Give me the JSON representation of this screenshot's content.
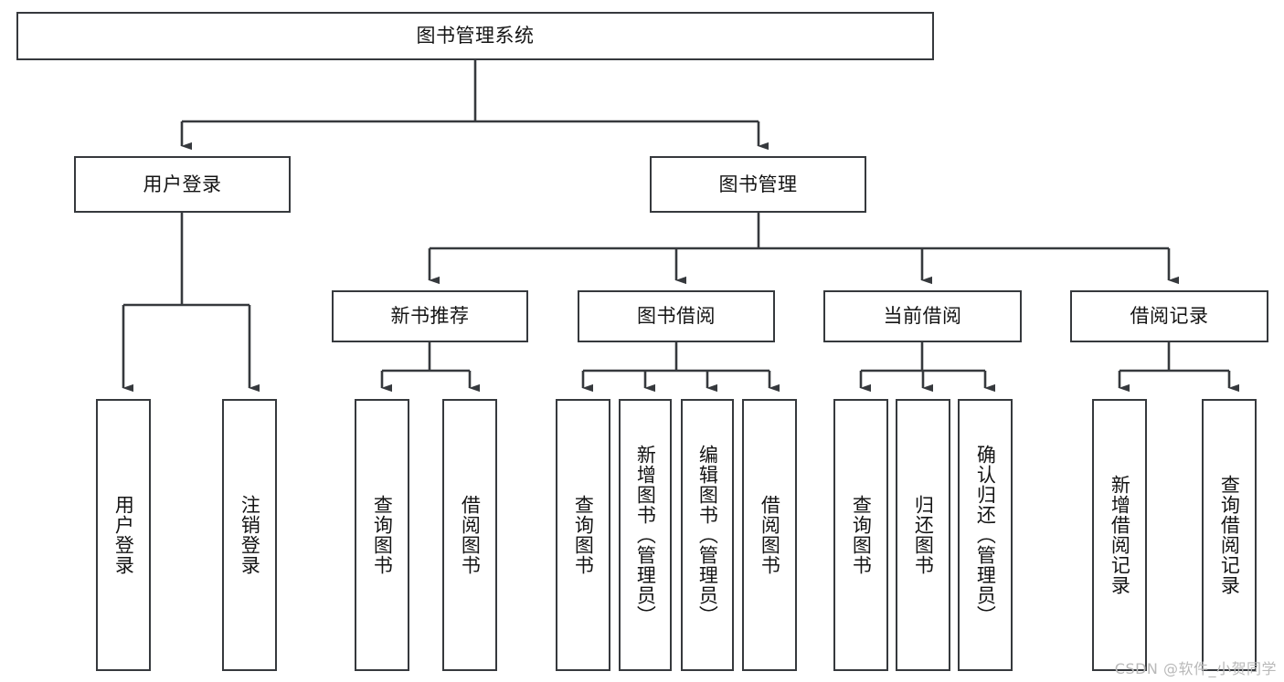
{
  "diagram": {
    "type": "tree-hierarchy",
    "title": "图书管理系统",
    "colors": {
      "border": "#36393d",
      "fill": "#ffffff",
      "text": "#141414",
      "edge": "#36393d",
      "watermark": "#b9b9b9"
    },
    "nodes": {
      "root": {
        "label": "图书管理系统"
      },
      "level2": [
        {
          "id": "user-login",
          "label": "用户登录"
        },
        {
          "id": "book-manage",
          "label": "图书管理"
        }
      ],
      "level3": [
        {
          "id": "new-book-recommend",
          "label": "新书推荐"
        },
        {
          "id": "book-borrow",
          "label": "图书借阅"
        },
        {
          "id": "current-borrow",
          "label": "当前借阅"
        },
        {
          "id": "borrow-record",
          "label": "借阅记录"
        }
      ],
      "leaves": [
        {
          "id": "leaf-user-login",
          "label": "用户登录",
          "parent": "user-login"
        },
        {
          "id": "leaf-logout-login",
          "label": "注销登录",
          "parent": "user-login"
        },
        {
          "id": "leaf-query-book-1",
          "label": "查询图书",
          "parent": "new-book-recommend"
        },
        {
          "id": "leaf-borrow-book-1",
          "label": "借阅图书",
          "parent": "new-book-recommend"
        },
        {
          "id": "leaf-query-book-2",
          "label": "查询图书",
          "parent": "book-borrow"
        },
        {
          "id": "leaf-add-book",
          "label": "新增图书（管理员）",
          "parent": "book-borrow"
        },
        {
          "id": "leaf-edit-book",
          "label": "编辑图书（管理员）",
          "parent": "book-borrow"
        },
        {
          "id": "leaf-borrow-book-2",
          "label": "借阅图书",
          "parent": "book-borrow"
        },
        {
          "id": "leaf-query-book-3",
          "label": "查询图书",
          "parent": "current-borrow"
        },
        {
          "id": "leaf-return-book",
          "label": "归还图书",
          "parent": "current-borrow"
        },
        {
          "id": "leaf-confirm-return",
          "label": "确认归还（管理员）",
          "parent": "current-borrow"
        },
        {
          "id": "leaf-add-record",
          "label": "新增借阅记录",
          "parent": "borrow-record"
        },
        {
          "id": "leaf-query-record",
          "label": "查询借阅记录",
          "parent": "borrow-record"
        }
      ]
    },
    "watermark": "CSDN @软件_小贺同学"
  }
}
